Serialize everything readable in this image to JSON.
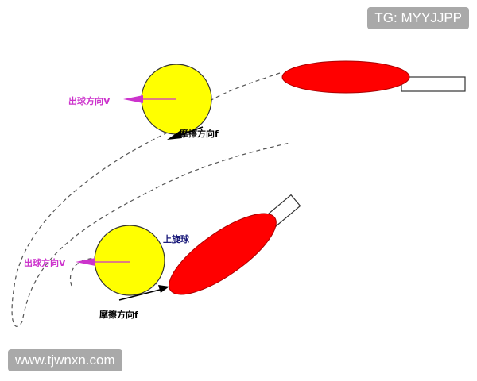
{
  "watermarks": {
    "tg": "TG: MYYJJPP",
    "site": "www.tjwnxn.com"
  },
  "top_scene": {
    "launch_label": "出球方向V",
    "friction_label": "摩擦方向f"
  },
  "bottom_scene": {
    "launch_label": "出球方向V",
    "spin_label": "上旋球",
    "friction_label": "摩擦方向f"
  },
  "colors": {
    "ball": "#ffff00",
    "paddle": "#ff0000",
    "purple": "#cc33cc",
    "navy": "#1a1a7a",
    "path": "#555555"
  }
}
